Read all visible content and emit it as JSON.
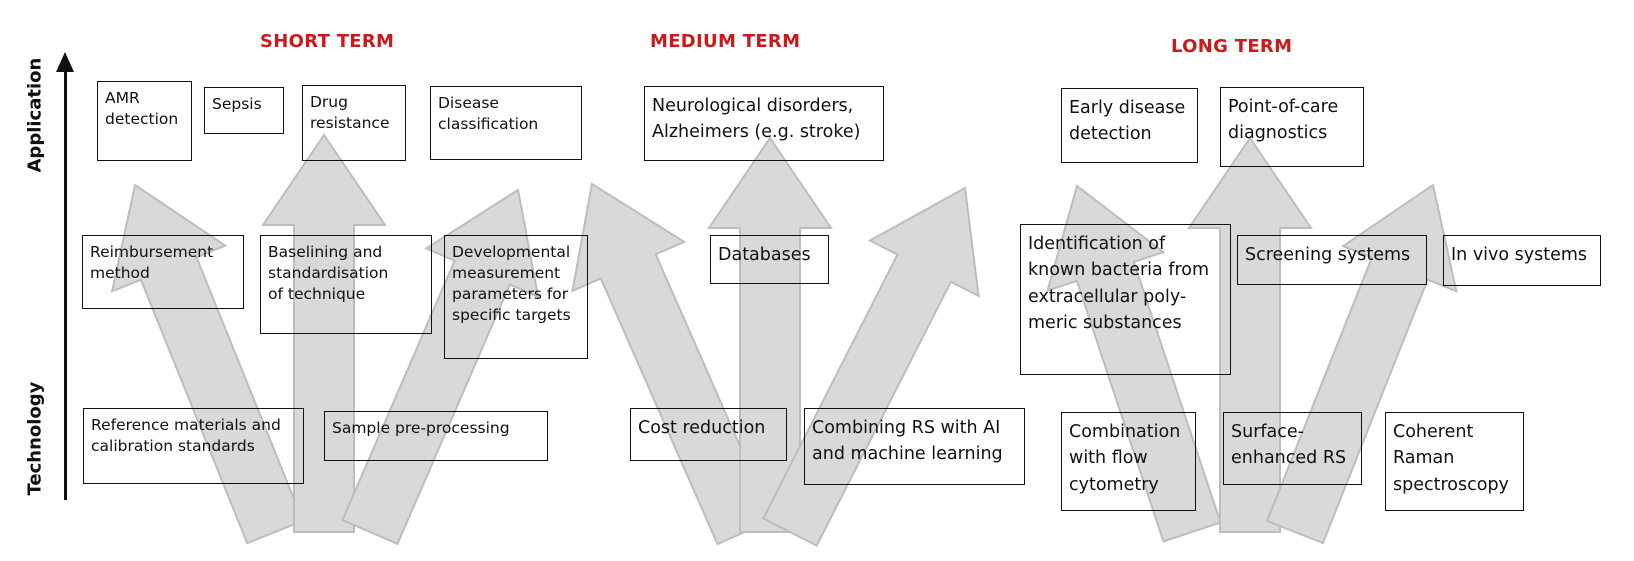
{
  "headings": {
    "short_term": "SHORT TERM",
    "medium_term": "MEDIUM TERM",
    "long_term": "LONG TERM"
  },
  "axis": {
    "top_label": "Application",
    "bottom_label": "Technology"
  },
  "boxes": {
    "amr_detection": "AMR\ndetection",
    "sepsis": "Sepsis",
    "drug_resistance": "Drug\nresistance",
    "disease_classification": "Disease\nclassification",
    "reimbursement_method": "Reimbursement\nmethod",
    "baselining": "Baselining and\nstandardisation\nof technique",
    "developmental_parameters": "Developmental\nmeasurement\nparameters for\nspecific targets",
    "reference_materials": "Reference materials and\ncalibration standards",
    "sample_preprocessing": "Sample pre-processing",
    "neurological_disorders": "Neurological disorders,\nAlzheimers (e.g. stroke)",
    "databases": "Databases",
    "cost_reduction": "Cost reduction",
    "combining_rs_ai": "Combining RS with AI\nand machine learning",
    "early_disease_detection": "Early disease\ndetection",
    "point_of_care": "Point-of-care\ndiagnostics",
    "identification_bacteria": "Identification of\nknown bacteria from\nextracellular poly-\nmeric substances",
    "screening_systems": "Screening systems",
    "in_vivo_systems": "In vivo systems",
    "flow_cytometry": "Combination\nwith flow\ncytometry",
    "surface_enhanced_rs": "Surface-\nenhanced RS",
    "coherent_raman": "Coherent\nRaman\nspectroscopy"
  },
  "colors": {
    "heading": "#cc1a1a",
    "arrow_fill": "#d9d9d9",
    "arrow_stroke": "#bdbdbd",
    "box_border": "#111111"
  }
}
